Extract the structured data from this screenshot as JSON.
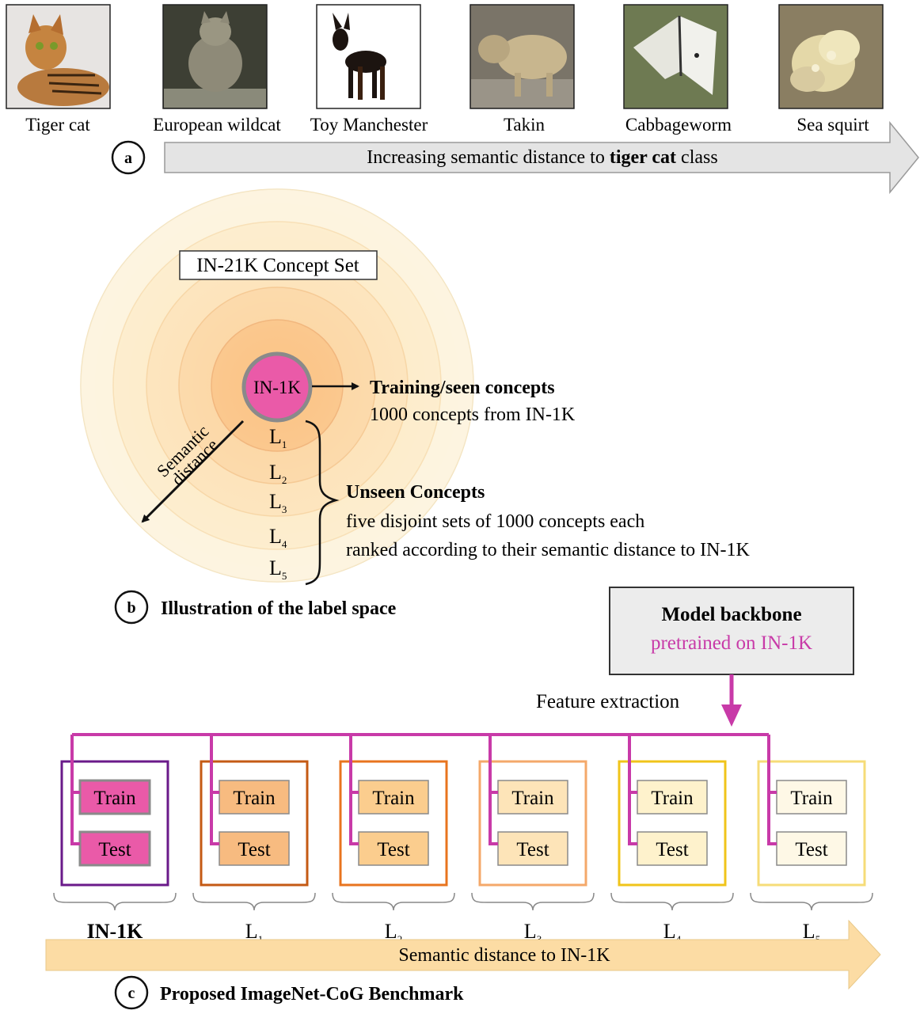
{
  "panel_a": {
    "marker": "a",
    "images": [
      {
        "label": "Tiger cat",
        "icon": "tiger-cat-photo"
      },
      {
        "label": "European wildcat",
        "icon": "wildcat-photo"
      },
      {
        "label": "Toy Manchester",
        "icon": "dog-photo"
      },
      {
        "label": "Takin",
        "icon": "takin-photo"
      },
      {
        "label": "Cabbageworm",
        "icon": "butterfly-photo"
      },
      {
        "label": "Sea squirt",
        "icon": "sea-squirt-photo"
      }
    ],
    "arrow_prefix": "Increasing semantic distance to ",
    "arrow_bold": "tiger cat",
    "arrow_suffix": " class"
  },
  "panel_b": {
    "marker": "b",
    "title": "Illustration of the label space",
    "concept_set_label": "IN-21K Concept Set",
    "core_label": "IN-1K",
    "levels": [
      {
        "main": "L",
        "sub": "1"
      },
      {
        "main": "L",
        "sub": "2"
      },
      {
        "main": "L",
        "sub": "3"
      },
      {
        "main": "L",
        "sub": "4"
      },
      {
        "main": "L",
        "sub": "5"
      }
    ],
    "semantic_label_1": "Semantic",
    "semantic_label_2": "distance",
    "training_title": "Training/seen concepts",
    "training_desc": "1000 concepts from IN-1K",
    "unseen_title": "Unseen Concepts",
    "unseen_desc_1": "five disjoint sets of 1000 concepts each",
    "unseen_desc_2": "ranked according to their semantic distance to IN-1K",
    "colors": {
      "core": "#ea5aa8",
      "ring1": "#fcd39a",
      "ring5": "#fdf1d6"
    }
  },
  "panel_c": {
    "marker": "c",
    "title": "Proposed ImageNet-CoG Benchmark",
    "backbone_title": "Model backbone",
    "backbone_subtitle": "pretrained on IN-1K",
    "feature_label": "Feature extraction",
    "train_label": "Train",
    "test_label": "Test",
    "groups": [
      {
        "label": "IN-1K",
        "sub": "",
        "border": "#6a1a8a",
        "fill": "#ea5aa8"
      },
      {
        "label": "L",
        "sub": "1",
        "border": "#c45a14",
        "fill": "#f7bb80"
      },
      {
        "label": "L",
        "sub": "2",
        "border": "#e8741e",
        "fill": "#fbcd8e"
      },
      {
        "label": "L",
        "sub": "3",
        "border": "#f4a86a",
        "fill": "#fde4b8"
      },
      {
        "label": "L",
        "sub": "4",
        "border": "#f0c41a",
        "fill": "#fef2cc"
      },
      {
        "label": "L",
        "sub": "5",
        "border": "#f6dc78",
        "fill": "#fef8e6"
      }
    ],
    "distance_label": "Semantic distance to IN-1K",
    "accent": "#c83aa8"
  }
}
